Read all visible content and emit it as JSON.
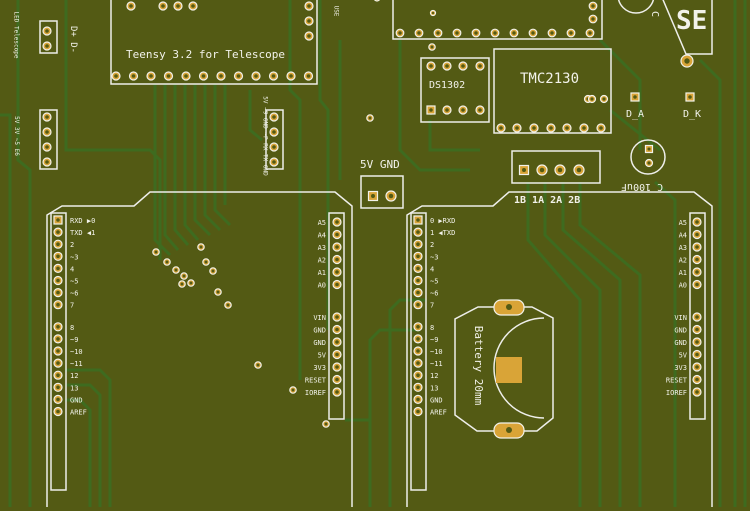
{
  "modules": {
    "teensy": "Teensy 3.2 for Telescope",
    "rtc": "DS1302",
    "driver": "TMC2130",
    "power": "5V GND",
    "coils": "1B 1A 2A 2B",
    "capacitor": "C 100uF",
    "battery": "Battery 20mm",
    "diode_a": "D_A",
    "diode_k": "D_K",
    "fuse": "SE",
    "fuse_ref": "C",
    "use": "USE"
  },
  "connectors": {
    "led": "LED Telescope",
    "led_pins": "D+ D-",
    "left_small": "5V 3V ~5 E6",
    "right_small": "5V ~9 6ND ~P RX TX 6ND"
  },
  "arduino_left": {
    "digital_labels": [
      "RXD ▶0",
      "TXD ◀1",
      "2",
      "~3",
      "4",
      "~5",
      "~6",
      "7",
      "8",
      "~9",
      "~10",
      "~11",
      "12",
      "13",
      "GND",
      "AREF"
    ],
    "analog_labels": [
      "A5",
      "A4",
      "A3",
      "A2",
      "A1",
      "A0",
      "VIN",
      "GND",
      "GND",
      "5V",
      "3V3",
      "RESET",
      "IOREF"
    ]
  },
  "arduino_right": {
    "digital_labels": [
      "0 ▶RXD",
      "1 ◀TXD",
      "2",
      "~3",
      "4",
      "~5",
      "~6",
      "7",
      "8",
      "~9",
      "~10",
      "~11",
      "12",
      "13",
      "GND",
      "AREF"
    ],
    "analog_labels": [
      "A5",
      "A4",
      "A3",
      "A2",
      "A1",
      "A0",
      "VIN",
      "GND",
      "GND",
      "5V",
      "3V3",
      "RESET",
      "IOREF"
    ]
  },
  "colors": {
    "board": "#535a14",
    "trace": "#3e6b1f",
    "silkscreen": "#eeeeea",
    "pad": "#d9a437"
  }
}
